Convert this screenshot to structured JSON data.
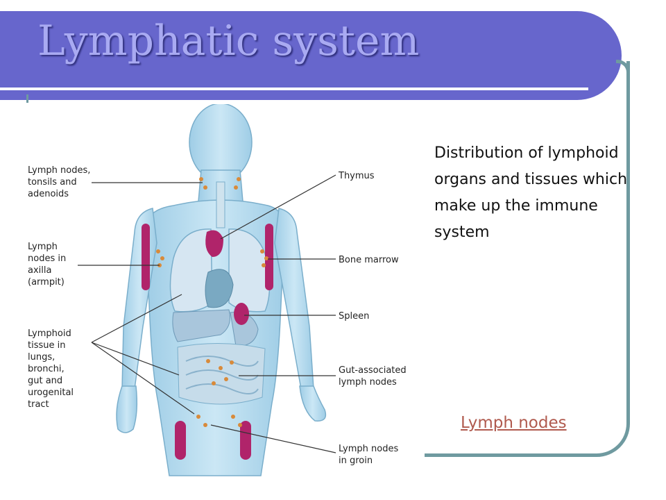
{
  "slide": {
    "title": "Lymphatic system",
    "description": "Distribution of lymphoid organs and tissues which make up the immune system",
    "link_text": "Lymph nodes"
  },
  "figure": {
    "labels": {
      "lymph_nodes_tonsils": [
        "Lymph nodes,",
        "tonsils and",
        "adenoids"
      ],
      "lymph_nodes_axilla": [
        "Lymph",
        "nodes in",
        "axilla",
        "(armpit)"
      ],
      "lymphoid_tissue": [
        "Lymphoid",
        "tissue in",
        "lungs,",
        "bronchi,",
        "gut and",
        "urogenital",
        "tract"
      ],
      "thymus": [
        "Thymus"
      ],
      "bone_marrow": [
        "Bone marrow"
      ],
      "spleen": [
        "Spleen"
      ],
      "gut_associated": [
        "Gut-associated",
        "lymph nodes"
      ],
      "groin": [
        "Lymph nodes",
        "in groin"
      ]
    }
  },
  "colors": {
    "title_bar": "#6766cc",
    "title_text": "#a9aaf2",
    "frame": "#6f9aa0",
    "body_fill": "#b9dcef",
    "organ_magenta": "#b0246a",
    "node_orange": "#d88a3a",
    "link": "#b05a4e"
  }
}
